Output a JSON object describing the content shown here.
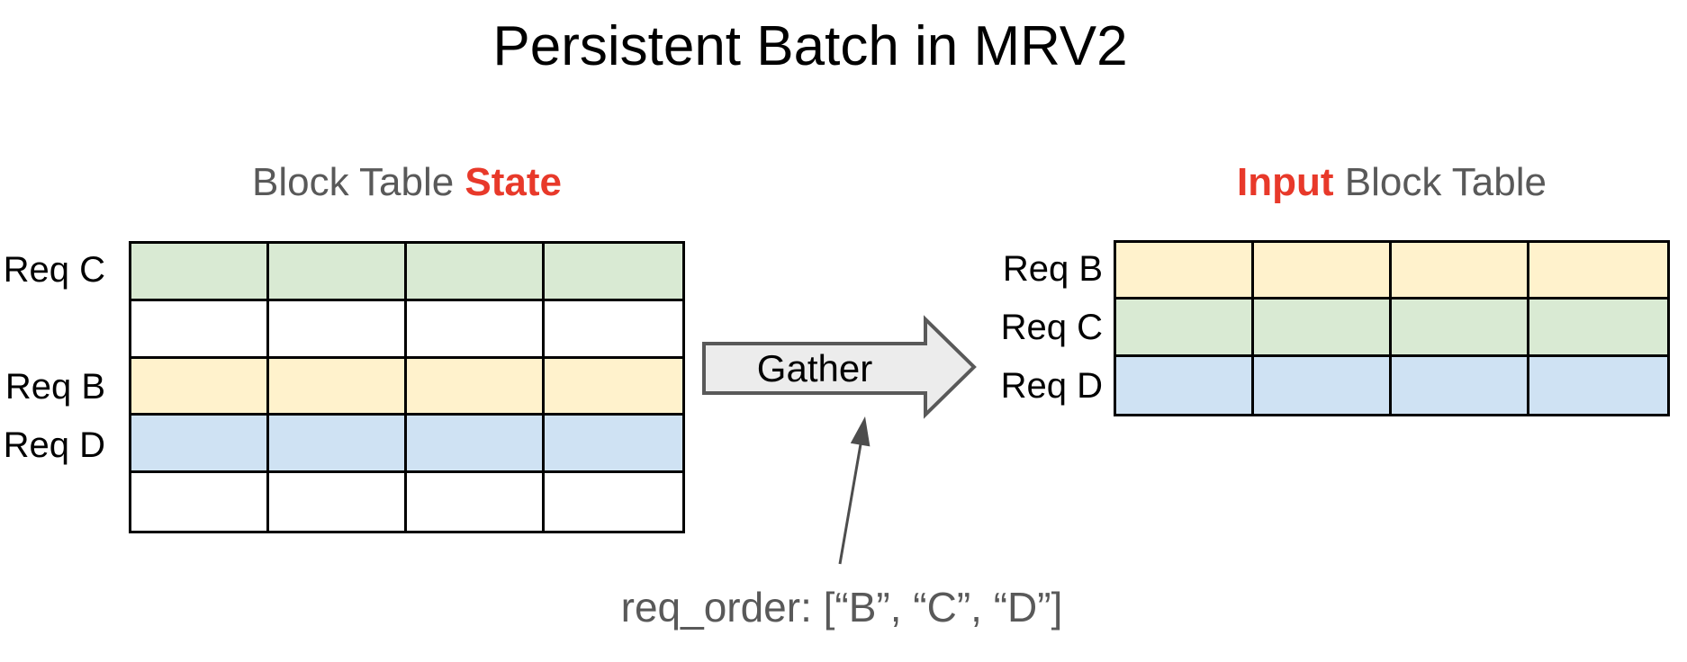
{
  "title": "Persistent Batch in MRV2",
  "colors": {
    "green": "#d9ead3",
    "yellow": "#fff2cc",
    "blue": "#cfe2f3",
    "white": "#ffffff",
    "red": "#e8392a",
    "gray_text": "#595959",
    "border": "#000000",
    "arrow_fill": "#ececec",
    "arrow_stroke": "#595959",
    "annotation_arrow": "#4d4d4d"
  },
  "left_table": {
    "heading": {
      "prefix": "Block Table ",
      "highlight": "State"
    },
    "columns": 4,
    "rows": [
      {
        "label": "Req C",
        "color": "green"
      },
      {
        "label": "",
        "color": "white"
      },
      {
        "label": "Req B",
        "color": "yellow"
      },
      {
        "label": "Req D",
        "color": "blue"
      },
      {
        "label": "",
        "color": "white"
      }
    ]
  },
  "right_table": {
    "heading": {
      "highlight": "Input",
      "suffix": " Block Table"
    },
    "columns": 4,
    "rows": [
      {
        "label": "Req B",
        "color": "yellow"
      },
      {
        "label": "Req C",
        "color": "green"
      },
      {
        "label": "Req D",
        "color": "blue"
      }
    ]
  },
  "gather_arrow": {
    "label": "Gather"
  },
  "annotation": {
    "text": "req_order: [“B”, “C”, “D”]"
  }
}
